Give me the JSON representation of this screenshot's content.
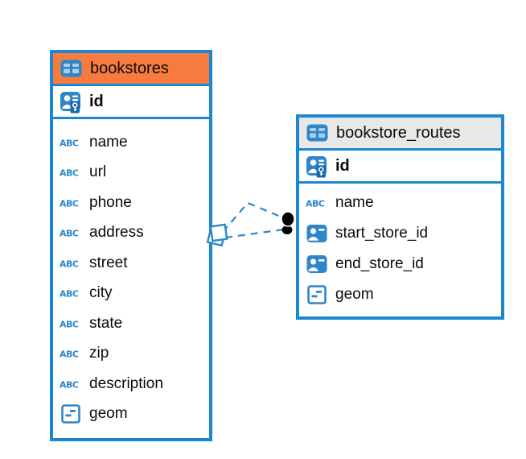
{
  "diagram": {
    "kind": "entity-relationship",
    "colors": {
      "table_border": "#1b87d0",
      "bookstores_header": "#f57c3e",
      "routes_header": "#e8e8e8",
      "icon_blue": "#2e86c8",
      "connector_line": "#2b87cc",
      "connector_endpoint": "#000000"
    },
    "icons": {
      "text_type_glyph": "ABC"
    },
    "tables": [
      {
        "title": "bookstores",
        "columns": [
          {
            "name": "id",
            "type": "primary-key"
          },
          {
            "name": "name",
            "type": "text"
          },
          {
            "name": "url",
            "type": "text"
          },
          {
            "name": "phone",
            "type": "text"
          },
          {
            "name": "address",
            "type": "text"
          },
          {
            "name": "street",
            "type": "text"
          },
          {
            "name": "city",
            "type": "text"
          },
          {
            "name": "state",
            "type": "text"
          },
          {
            "name": "zip",
            "type": "text"
          },
          {
            "name": "description",
            "type": "text"
          },
          {
            "name": "geom",
            "type": "geometry"
          }
        ]
      },
      {
        "title": "bookstore_routes",
        "columns": [
          {
            "name": "id",
            "type": "primary-key"
          },
          {
            "name": "name",
            "type": "text"
          },
          {
            "name": "start_store_id",
            "type": "reference"
          },
          {
            "name": "end_store_id",
            "type": "reference"
          },
          {
            "name": "geom",
            "type": "geometry"
          }
        ]
      }
    ],
    "relationship": {
      "from_table": "bookstores",
      "to_table": "bookstore_routes",
      "line_style": "dashed"
    }
  }
}
